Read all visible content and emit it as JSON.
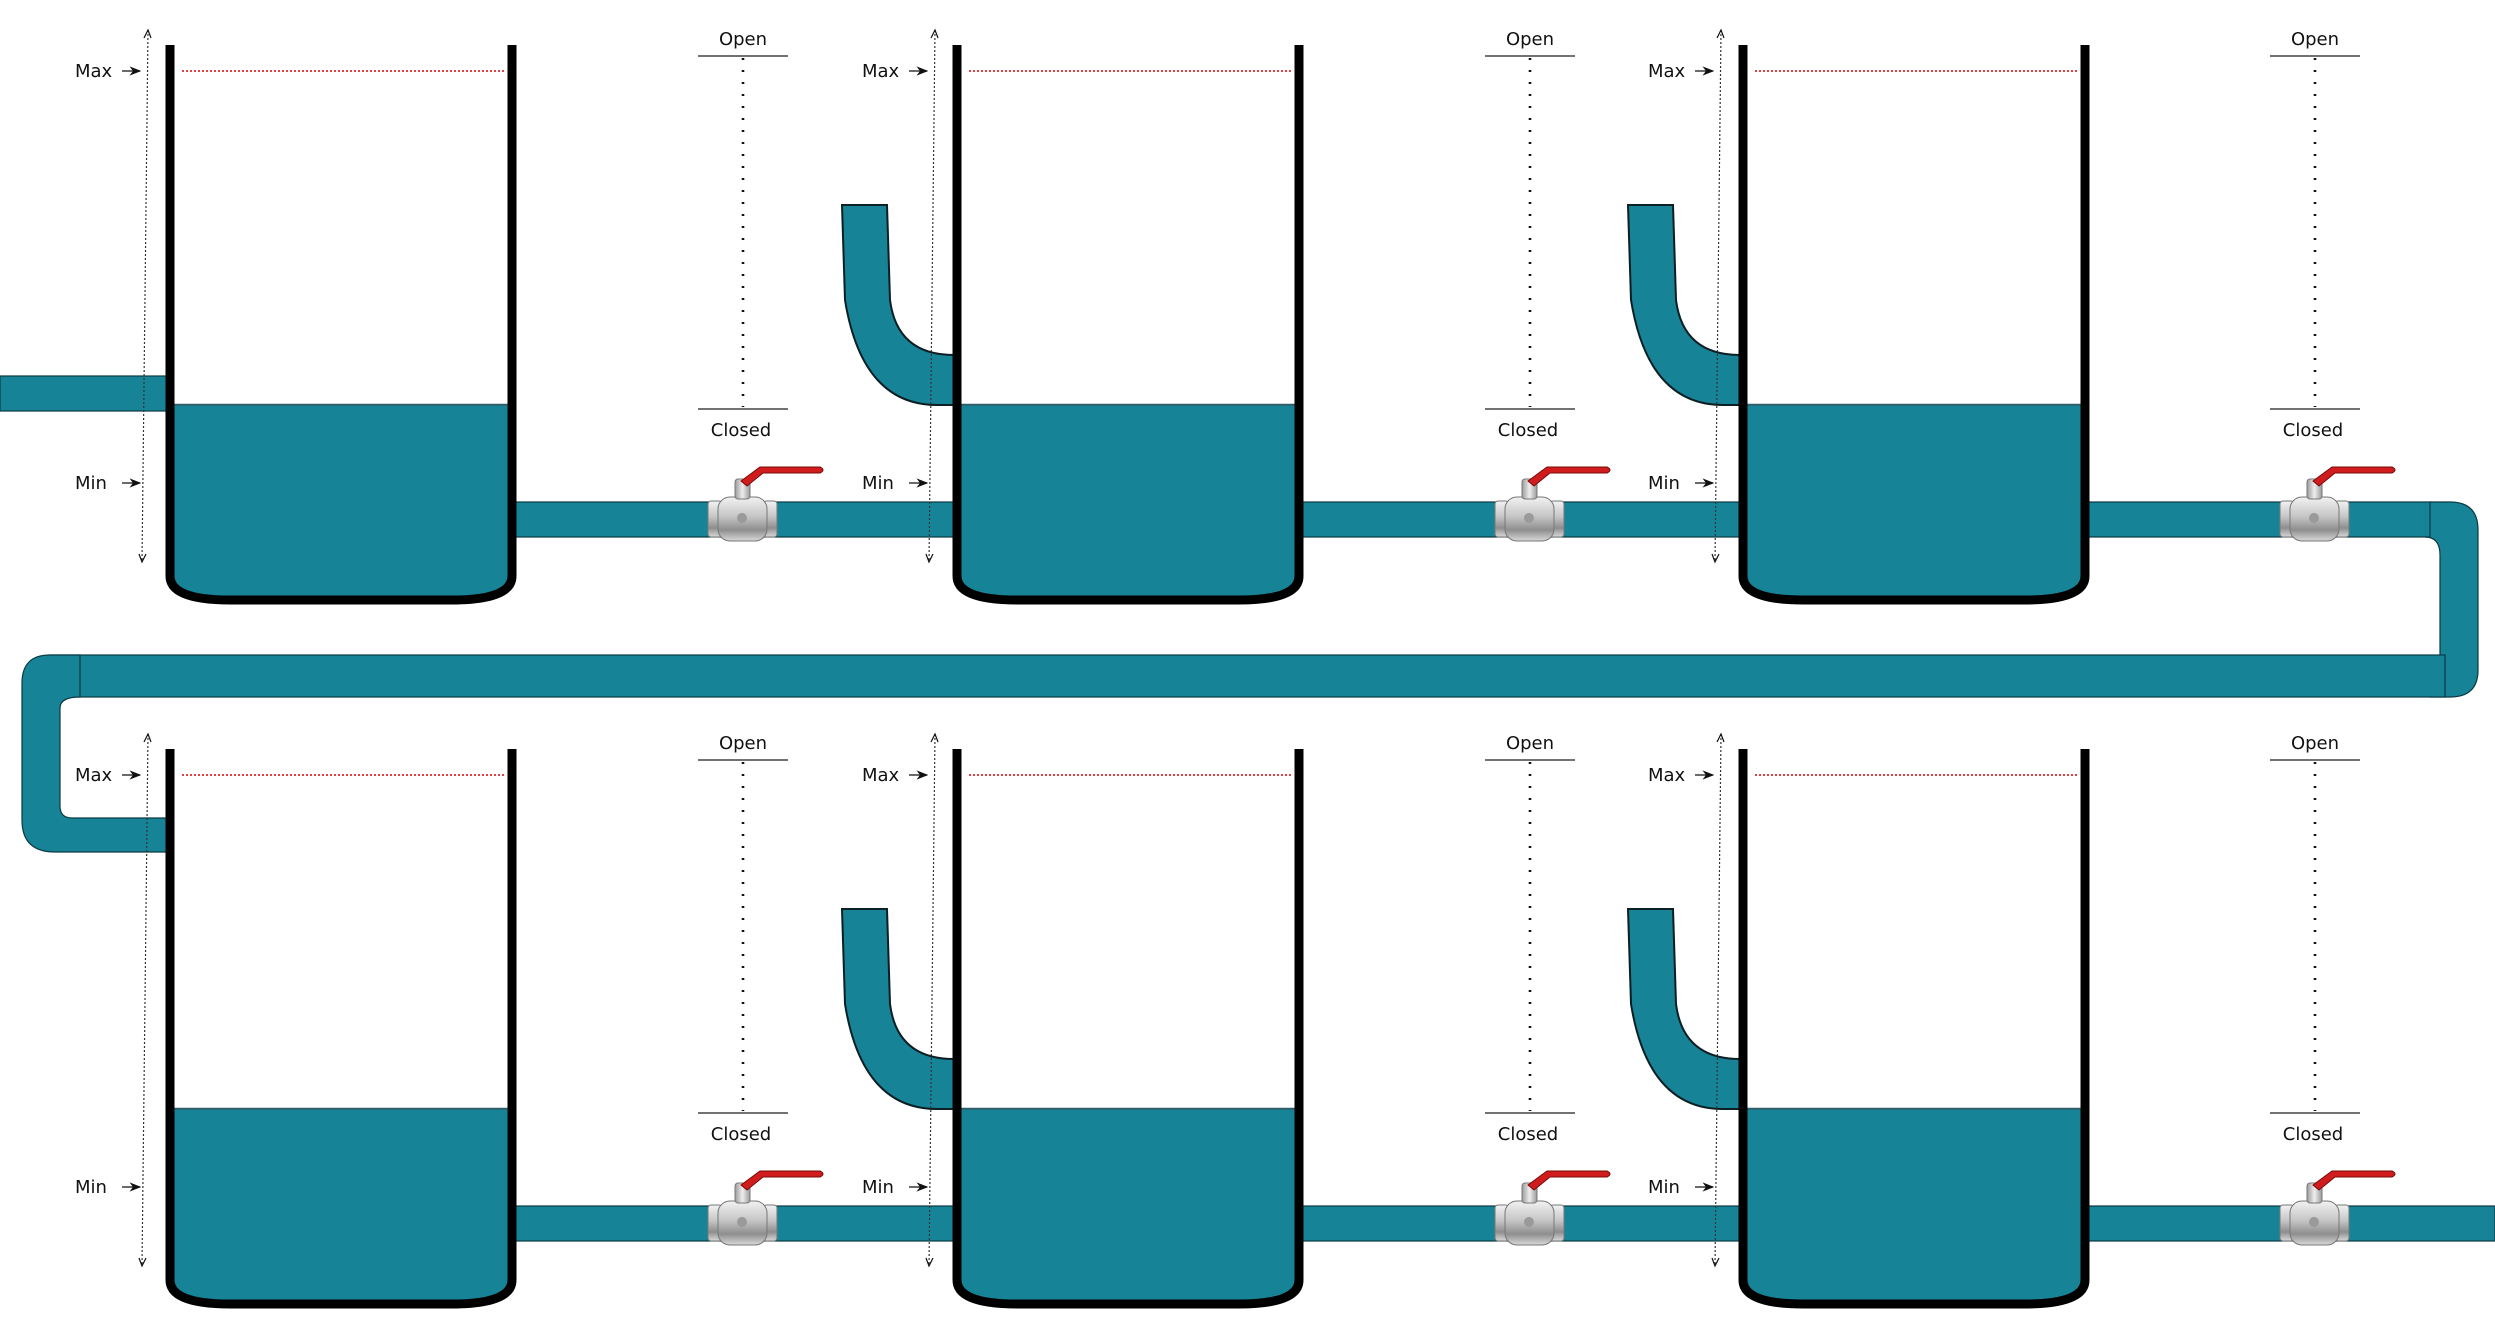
{
  "labels": {
    "max": "Max",
    "min": "Min",
    "open": "Open",
    "closed": "Closed"
  },
  "colors": {
    "water": "#168496",
    "tank_wall": "#000000",
    "max_line": "#dd0000",
    "valve_handle": "#d01c1c",
    "valve_body": "#c9c9c9"
  },
  "layout": {
    "rows": 2,
    "tanks_per_row": 3
  },
  "tanks": [
    {
      "id": "tank-1",
      "row": 1,
      "col": 1,
      "level": 0.19,
      "inlet": "side-pipe"
    },
    {
      "id": "tank-2",
      "row": 1,
      "col": 2,
      "level": 0.19,
      "inlet": "overflow-spout"
    },
    {
      "id": "tank-3",
      "row": 1,
      "col": 3,
      "level": 0.19,
      "inlet": "overflow-spout"
    },
    {
      "id": "tank-4",
      "row": 2,
      "col": 1,
      "level": 0.19,
      "inlet": "loop-pipe"
    },
    {
      "id": "tank-5",
      "row": 2,
      "col": 2,
      "level": 0.19,
      "inlet": "overflow-spout"
    },
    {
      "id": "tank-6",
      "row": 2,
      "col": 3,
      "level": 0.19,
      "inlet": "overflow-spout"
    }
  ],
  "valves": [
    {
      "id": "valve-1",
      "row": 1,
      "col": 1,
      "position": 0
    },
    {
      "id": "valve-2",
      "row": 1,
      "col": 2,
      "position": 0
    },
    {
      "id": "valve-3",
      "row": 1,
      "col": 3,
      "position": 0
    },
    {
      "id": "valve-4",
      "row": 2,
      "col": 1,
      "position": 0
    },
    {
      "id": "valve-5",
      "row": 2,
      "col": 2,
      "position": 0
    },
    {
      "id": "valve-6",
      "row": 2,
      "col": 3,
      "position": 0
    }
  ]
}
